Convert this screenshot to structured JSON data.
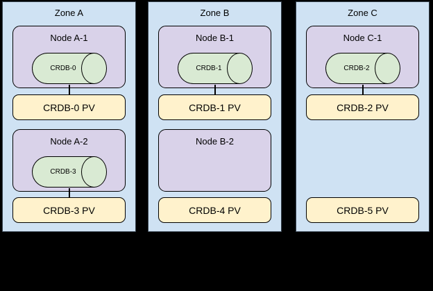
{
  "diagram": {
    "background_color": "#000000",
    "colors": {
      "zone_fill": "#cfe2f3",
      "node_fill": "#d9d2e9",
      "cylinder_fill": "#d9ead3",
      "pv_fill": "#fff2cc",
      "border": "#000000"
    },
    "zones": [
      {
        "label": "Zone A",
        "rows": [
          {
            "node": {
              "label": "Node A-1",
              "cylinder": "CRDB-0",
              "connected": true
            },
            "pv": "CRDB-0 PV"
          },
          {
            "node": {
              "label": "Node A-2",
              "cylinder": "CRDB-3",
              "connected": true
            },
            "pv": "CRDB-3 PV"
          }
        ]
      },
      {
        "label": "Zone B",
        "rows": [
          {
            "node": {
              "label": "Node B-1",
              "cylinder": "CRDB-1",
              "connected": true
            },
            "pv": "CRDB-1 PV"
          },
          {
            "node": {
              "label": "Node B-2",
              "cylinder": null,
              "connected": false
            },
            "pv": "CRDB-4 PV"
          }
        ]
      },
      {
        "label": "Zone C",
        "rows": [
          {
            "node": {
              "label": "Node C-1",
              "cylinder": "CRDB-2",
              "connected": true
            },
            "pv": "CRDB-2 PV"
          },
          {
            "node": null,
            "pv": "CRDB-5 PV"
          }
        ]
      }
    ]
  }
}
